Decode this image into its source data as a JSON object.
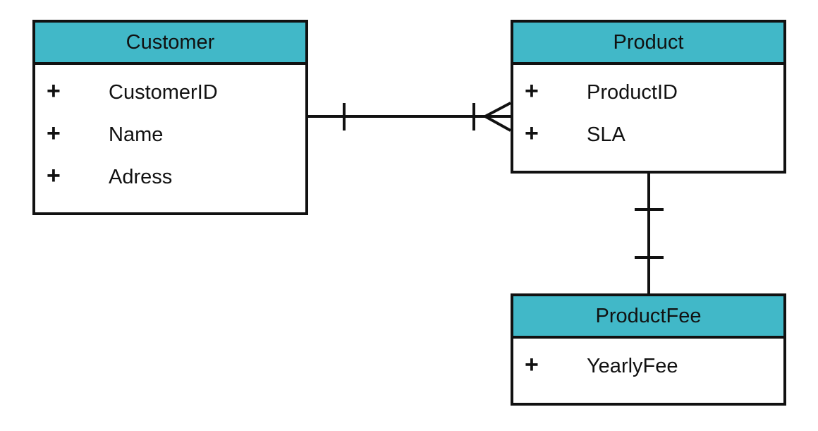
{
  "colors": {
    "header_fill": "#41b8c8",
    "line": "#111111",
    "background": "#ffffff"
  },
  "entities": [
    {
      "name": "Customer",
      "attributes": [
        {
          "key": "+",
          "name": "CustomerID"
        },
        {
          "key": "+",
          "name": "Name"
        },
        {
          "key": "+",
          "name": "Adress"
        }
      ]
    },
    {
      "name": "Product",
      "attributes": [
        {
          "key": "+",
          "name": "ProductID"
        },
        {
          "key": "+",
          "name": "SLA"
        }
      ]
    },
    {
      "name": "ProductFee",
      "attributes": [
        {
          "key": "+",
          "name": "YearlyFee"
        }
      ]
    }
  ],
  "relationships": [
    {
      "from": "Customer",
      "to": "Product",
      "from_cardinality": "one",
      "to_cardinality": "one-or-many"
    },
    {
      "from": "Product",
      "to": "ProductFee",
      "from_cardinality": "one-and-only-one",
      "to_cardinality": "one-and-only-one"
    }
  ]
}
